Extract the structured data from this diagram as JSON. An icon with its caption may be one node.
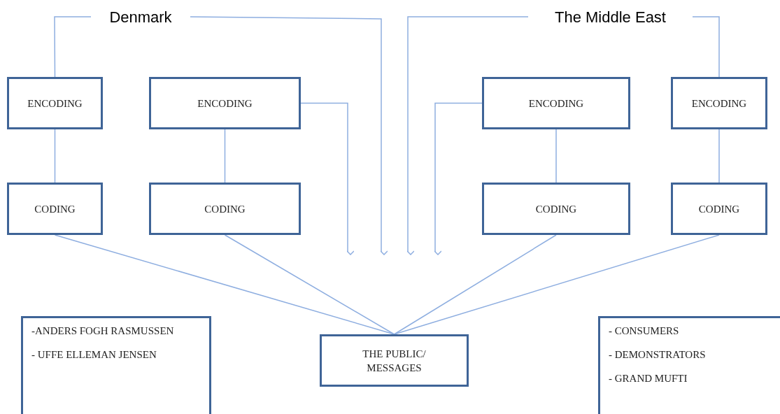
{
  "diagram": {
    "nodes": [
      {
        "text": [
          "Denmark"
        ]
      },
      {
        "text": [
          "The Middle East"
        ]
      },
      {
        "text": [
          "ENCODING"
        ]
      },
      {
        "text": [
          "ENCODING"
        ]
      },
      {
        "text": [
          "ENCODING"
        ]
      },
      {
        "text": [
          "ENCODING"
        ]
      },
      {
        "text": [
          "CODING"
        ]
      },
      {
        "text": [
          "CODING"
        ]
      },
      {
        "text": [
          "CODING"
        ]
      },
      {
        "text": [
          "CODING"
        ]
      },
      {
        "text": [
          "THE PUBLIC/ MESSAGES"
        ]
      },
      {
        "text": [
          "-ANDERS FOGH RASMUSSEN",
          "- UFFE ELLEMAN JENSEN"
        ]
      },
      {
        "text": [
          "- CONSUMERS",
          "- DEMONSTRATORS",
          "- GRAND MUFTI"
        ]
      }
    ],
    "edges": [
      {
        "from": 0,
        "to": 2,
        "arrow": "none"
      },
      {
        "from": 0,
        "to": null,
        "arrow": "to"
      },
      {
        "from": 1,
        "to": null,
        "arrow": "to"
      },
      {
        "from": 1,
        "to": 5,
        "arrow": "none"
      },
      {
        "from": 3,
        "to": null,
        "arrow": "to"
      },
      {
        "from": 4,
        "to": null,
        "arrow": "to"
      },
      {
        "from": 2,
        "to": 6,
        "arrow": "none"
      },
      {
        "from": 3,
        "to": 7,
        "arrow": "none"
      },
      {
        "from": 4,
        "to": 8,
        "arrow": "none"
      },
      {
        "from": 5,
        "to": 9,
        "arrow": "none"
      },
      {
        "from": 6,
        "to": 10,
        "arrow": "none"
      },
      {
        "from": 7,
        "to": 10,
        "arrow": "none"
      },
      {
        "from": 8,
        "to": 10,
        "arrow": "none"
      },
      {
        "from": 9,
        "to": 10,
        "arrow": "none"
      }
    ]
  }
}
